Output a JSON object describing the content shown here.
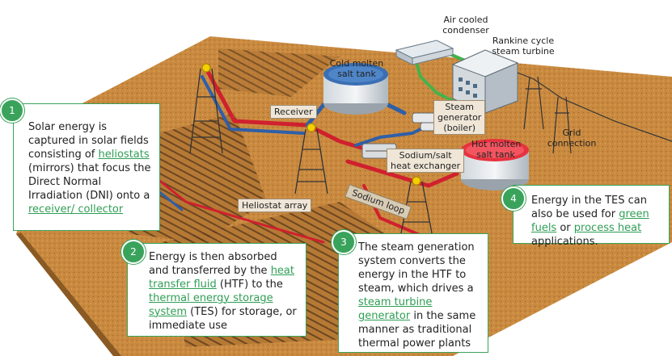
{
  "labels": {
    "air_cooled_condenser": "Air cooled\ncondenser",
    "rankine": "Rankine cycle\nsteam turbine",
    "cold_tank": "Cold molten\nsalt tank",
    "receiver": "Receiver",
    "steam_generator": "Steam\ngenerator\n(boiler)",
    "grid": "Grid\nconnection",
    "hot_tank": "Hot molten\nsalt tank",
    "heat_exchanger": "Sodium/salt\nheat exchanger",
    "heliostat_array": "Heliostat array",
    "sodium_loop": "Sodium loop"
  },
  "callouts": [
    {
      "number": "1",
      "segments": [
        {
          "text": "Solar energy is captured in solar fields consisting of ",
          "highlight": false
        },
        {
          "text": "heliostats",
          "highlight": true
        },
        {
          "text": " (mirrors) that focus the Direct Normal Irradiation (DNI) onto a ",
          "highlight": false
        },
        {
          "text": "receiver/ collector",
          "highlight": true
        }
      ]
    },
    {
      "number": "2",
      "segments": [
        {
          "text": "Energy is then absorbed and transferred by the ",
          "highlight": false
        },
        {
          "text": "heat transfer fluid",
          "highlight": true
        },
        {
          "text": " (HTF) to the ",
          "highlight": false
        },
        {
          "text": "thermal energy storage system",
          "highlight": true
        },
        {
          "text": " (TES) for storage, or immediate use",
          "highlight": false
        }
      ]
    },
    {
      "number": "3",
      "segments": [
        {
          "text": "The steam generation system converts the energy in the HTF to steam, which drives a ",
          "highlight": false
        },
        {
          "text": "steam turbine generator",
          "highlight": true
        },
        {
          "text": " in the same manner as traditional thermal power plants",
          "highlight": false
        }
      ]
    },
    {
      "number": "4",
      "segments": [
        {
          "text": "Energy in the TES can also be used for ",
          "highlight": false
        },
        {
          "text": "green fuels",
          "highlight": true
        },
        {
          "text": " or ",
          "highlight": false
        },
        {
          "text": "process heat",
          "highlight": true
        },
        {
          "text": " applications.",
          "highlight": false
        }
      ]
    }
  ],
  "colors": {
    "ground": "#c9893f",
    "accent_green": "#3aa35b",
    "pipe_red": "#d0202e",
    "pipe_blue": "#2f5fa8",
    "pipe_green": "#45b24c",
    "tank_red": "#e8323f",
    "tank_blue": "#3a6fb3"
  }
}
